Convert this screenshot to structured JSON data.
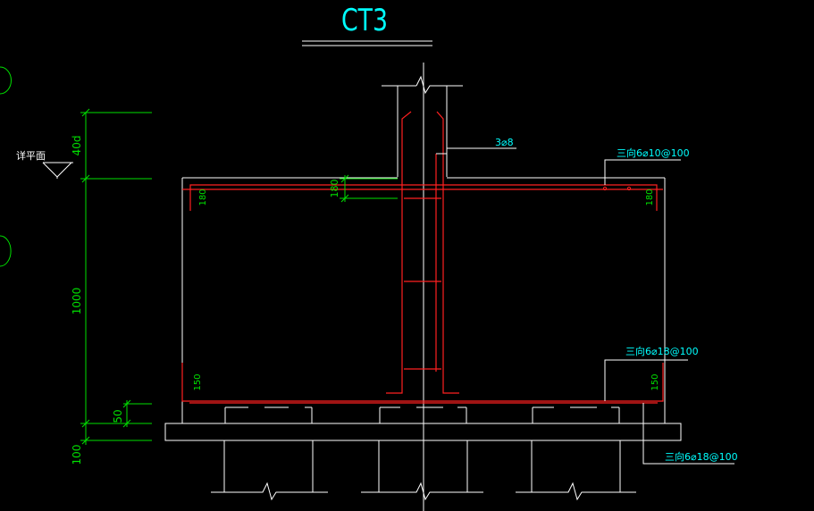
{
  "drawing": {
    "title": "CT3",
    "labels": {
      "top_rebar": "三向6⌀10@100",
      "bottom_rebar_mid": "三向6⌀18@100",
      "bottom_rebar_low": "三向6⌀18@100",
      "column_bars": "3⌀8",
      "grade_label": "详平面"
    },
    "dimensions": {
      "top_height": "40d",
      "cap_height": "1000",
      "cover_50": "50",
      "cover_100": "100",
      "anchor_180": "180",
      "left_top_180": "180",
      "right_top_180": "180",
      "left_bottom_150": "150",
      "right_bottom_150": "150"
    },
    "colors": {
      "background": "#000000",
      "outline": "#ffffff",
      "rebar": "#ff2020",
      "dimension": "#00e000",
      "annotation": "#00ffff"
    }
  }
}
